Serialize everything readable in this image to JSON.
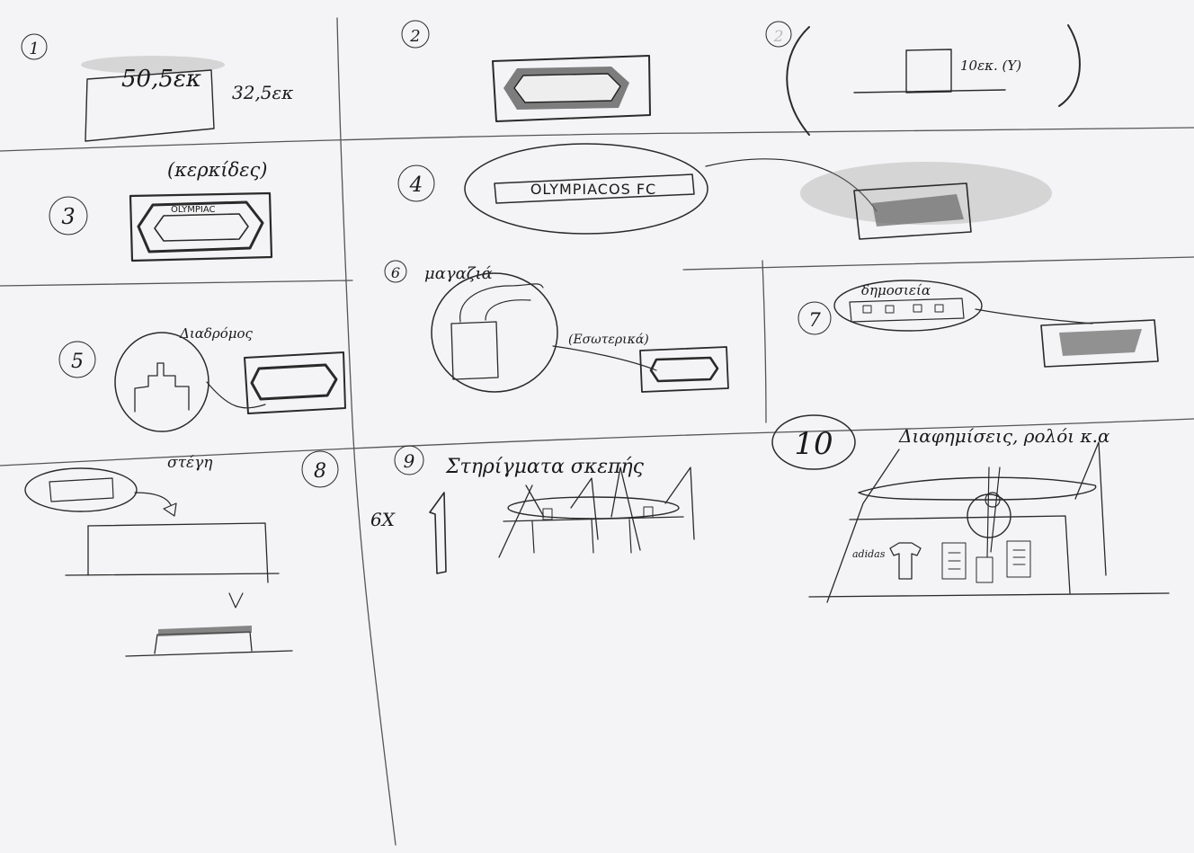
{
  "panels": [
    {
      "number": "1",
      "labels": {
        "width": "50,5εκ",
        "height": "32,5εκ"
      }
    },
    {
      "number": "2"
    },
    {
      "number": "2",
      "labels": {
        "height": "10εκ. (Υ)"
      }
    },
    {
      "number": "3",
      "labels": {
        "title": "(κερκίδες)",
        "text": "OLYMPIAC"
      }
    },
    {
      "number": "4",
      "labels": {
        "banner": "OLYMPIACOS FC"
      }
    },
    {
      "number": "5",
      "labels": {
        "title": "Διαδρόμος"
      }
    },
    {
      "number": "6",
      "labels": {
        "title": "μαγαζιά",
        "note": "(Εσωτερικά)"
      }
    },
    {
      "number": "7",
      "labels": {
        "title": "δημοσιεία"
      }
    },
    {
      "number": "8",
      "labels": {
        "title": "στέγη"
      }
    },
    {
      "number": "9",
      "labels": {
        "title": "Στηρίγματα σκεπής",
        "multiplier": "6Χ"
      }
    },
    {
      "number": "10",
      "labels": {
        "title": "Διαφημίσεις, ρολόι κ.α",
        "brand": "adidas"
      }
    }
  ]
}
